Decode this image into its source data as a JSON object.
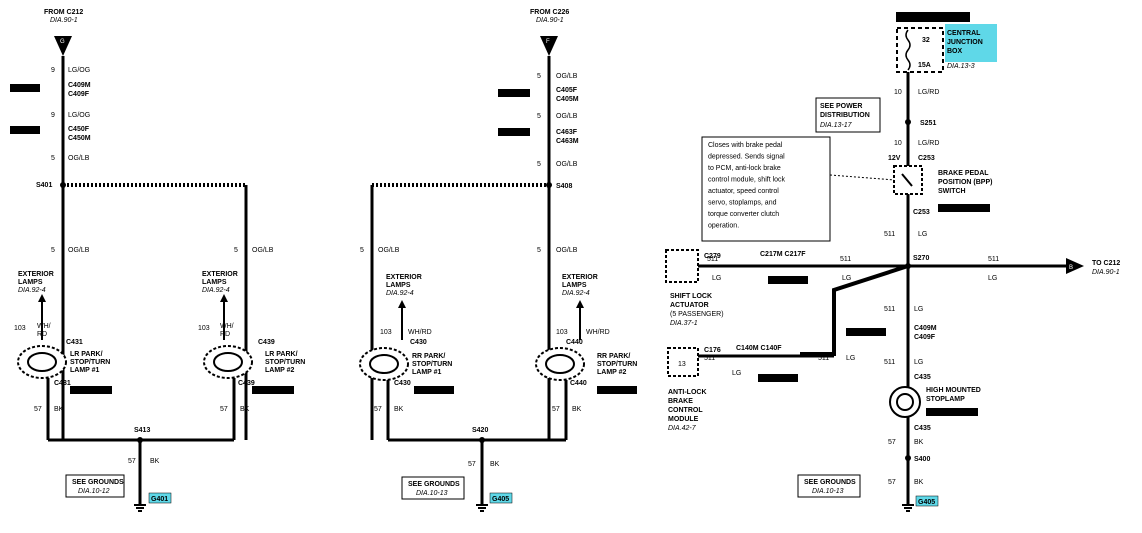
{
  "left": {
    "from_label": "FROM C212",
    "from_dia": "DIA.90-1",
    "connector_letter": "G",
    "pin9": "9",
    "wire_lgog": "LG/OG",
    "c409m": "C409M",
    "c409f": "C409F",
    "c450f": "C450F",
    "c450m": "C450M",
    "pin5": "5",
    "wire_oglb": "OG/LB",
    "splice": "S401",
    "ext_lamps_title": "EXTERIOR",
    "ext_lamps_title2": "LAMPS",
    "ext_lamps_dia": "DIA.92-4",
    "pin103": "103",
    "wire_whrd1": "WH/",
    "wire_whrd2": "RD",
    "lamp1_conn": "C431",
    "lamp1_name": "LR PARK/",
    "lamp1_name2": "STOP/TURN",
    "lamp1_name3": "LAMP #1",
    "lamp1_conn2": "C431",
    "lamp2_conn": "C439",
    "lamp2_name": "LR PARK/",
    "lamp2_name2": "STOP/TURN",
    "lamp2_name3": "LAMP #2",
    "lamp2_conn2": "C439",
    "pin57": "57",
    "wire_bk": "BK",
    "splice_gnd": "S413",
    "see_grounds": "SEE GROUNDS",
    "see_grounds_dia": "DIA.10-12",
    "ground": "G401"
  },
  "middle": {
    "from_label": "FROM C226",
    "from_dia": "DIA.90-1",
    "connector_letter": "F",
    "pin5": "5",
    "wire_oglb": "OG/LB",
    "c405f": "C405F",
    "c405m": "C405M",
    "c463f": "C463F",
    "c463m": "C463M",
    "splice": "S408",
    "ext_lamps_title": "EXTERIOR",
    "ext_lamps_title2": "LAMPS",
    "ext_lamps_dia": "DIA.92-4",
    "pin103": "103",
    "wire_whrd": "WH/RD",
    "lamp1_conn": "C430",
    "lamp1_name": "RR PARK/",
    "lamp1_name2": "STOP/TURN",
    "lamp1_name3": "LAMP #1",
    "lamp1_conn2": "C430",
    "lamp2_conn": "C440",
    "lamp2_name": "RR PARK/",
    "lamp2_name2": "STOP/TURN",
    "lamp2_name3": "LAMP #2",
    "lamp2_conn2": "C440",
    "pin57": "57",
    "wire_bk": "BK",
    "splice_gnd": "S420",
    "see_grounds": "SEE GROUNDS",
    "see_grounds_dia": "DIA.10-13",
    "ground": "G405"
  },
  "right": {
    "fuse_num": "32",
    "fuse_amp": "15A",
    "cjb_label": "CENTRAL",
    "cjb_label2": "JUNCTION",
    "cjb_label3": "BOX",
    "cjb_dia": "DIA.13-3",
    "pin10": "10",
    "wire_lgrd": "LG/RD",
    "power_dist1": "SEE POWER",
    "power_dist2": "DISTRIBUTION",
    "power_dist_dia": "DIA.13-17",
    "splice_s251": "S251",
    "note_lines": [
      "Closes with brake pedal",
      "depressed.  Sends signal",
      "to PCM, anti-lock brake",
      "control module, shift lock",
      "actuator, speed control",
      "servo, stoplamps, and",
      "torque converter clutch",
      "operation."
    ],
    "volt": "12V",
    "c253_top": "C253",
    "bpp1": "BRAKE PEDAL",
    "bpp2": "POSITION (BPP)",
    "bpp3": "SWITCH",
    "c253_bot": "C253",
    "pin511": "511",
    "wire_lg": "LG",
    "c279": "C279",
    "c217m": "C217M C217F",
    "splice_s270": "S270",
    "to_c212": "TO C212",
    "to_dia": "DIA.90-1",
    "conn_letter": "B",
    "sla1": "SHIFT LOCK",
    "sla2": "ACTUATOR",
    "sla3": "(5 PASSENGER)",
    "sla_dia": "DIA.37-1",
    "c409m": "C409M",
    "c409f": "C409F",
    "c176": "C176",
    "abs_pin": "13",
    "c140": "C140M C140F",
    "abs1": "ANTI-LOCK",
    "abs2": "BRAKE",
    "abs3": "CONTROL",
    "abs4": "MODULE",
    "abs_dia": "DIA.42-7",
    "c435": "C435",
    "hms1": "HIGH MOUNTED",
    "hms2": "STOPLAMP",
    "c435b": "C435",
    "pin57": "57",
    "wire_bk": "BK",
    "splice_s400": "S400",
    "see_grounds": "SEE GROUNDS",
    "see_grounds_dia": "DIA.10-13",
    "ground": "G405"
  }
}
